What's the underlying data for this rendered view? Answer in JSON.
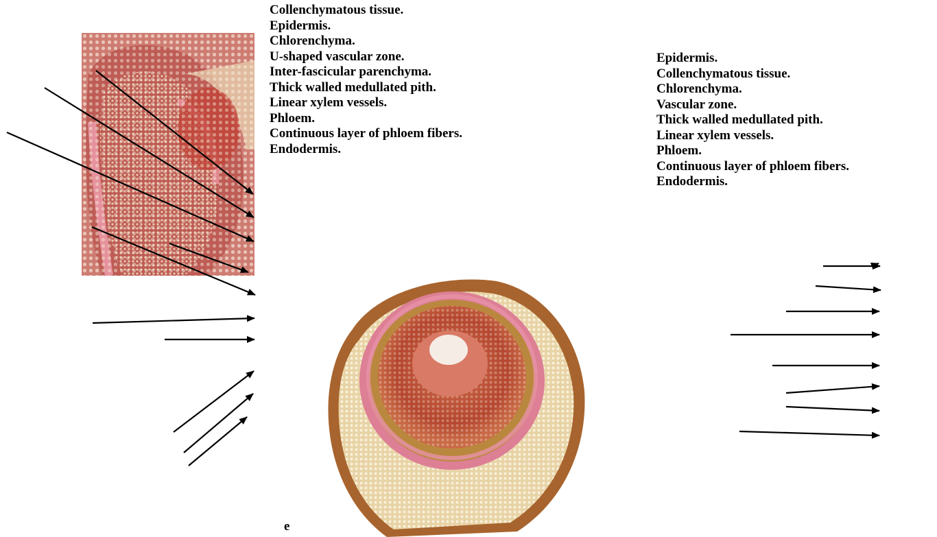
{
  "left_panel": {
    "labels": [
      "Collenchymatous tissue.",
      "Epidermis.",
      "Chlorenchyma.",
      "U-shaped vascular zone.",
      "Inter-fascicular parenchyma.",
      "Thick walled medullated pith.",
      "Linear xylem vessels.",
      "Phloem.",
      "Continuous layer of phloem fibers.",
      "Endodermis."
    ]
  },
  "right_panel": {
    "labels": [
      "Epidermis.",
      "Collenchymatous tissue.",
      "Chlorenchyma.",
      "Vascular zone.",
      "Thick walled medullated pith.",
      "Linear xylem vessels.",
      "Phloem.",
      "Continuous layer of phloem fibers.",
      "Endodermis."
    ]
  },
  "panel_letter": "e",
  "colors": {
    "tissue_pink": "#d9728a",
    "tissue_red": "#c0503c",
    "tissue_cream": "#f3e7c8",
    "tissue_brown": "#8a4a1e",
    "text": "#000000"
  }
}
